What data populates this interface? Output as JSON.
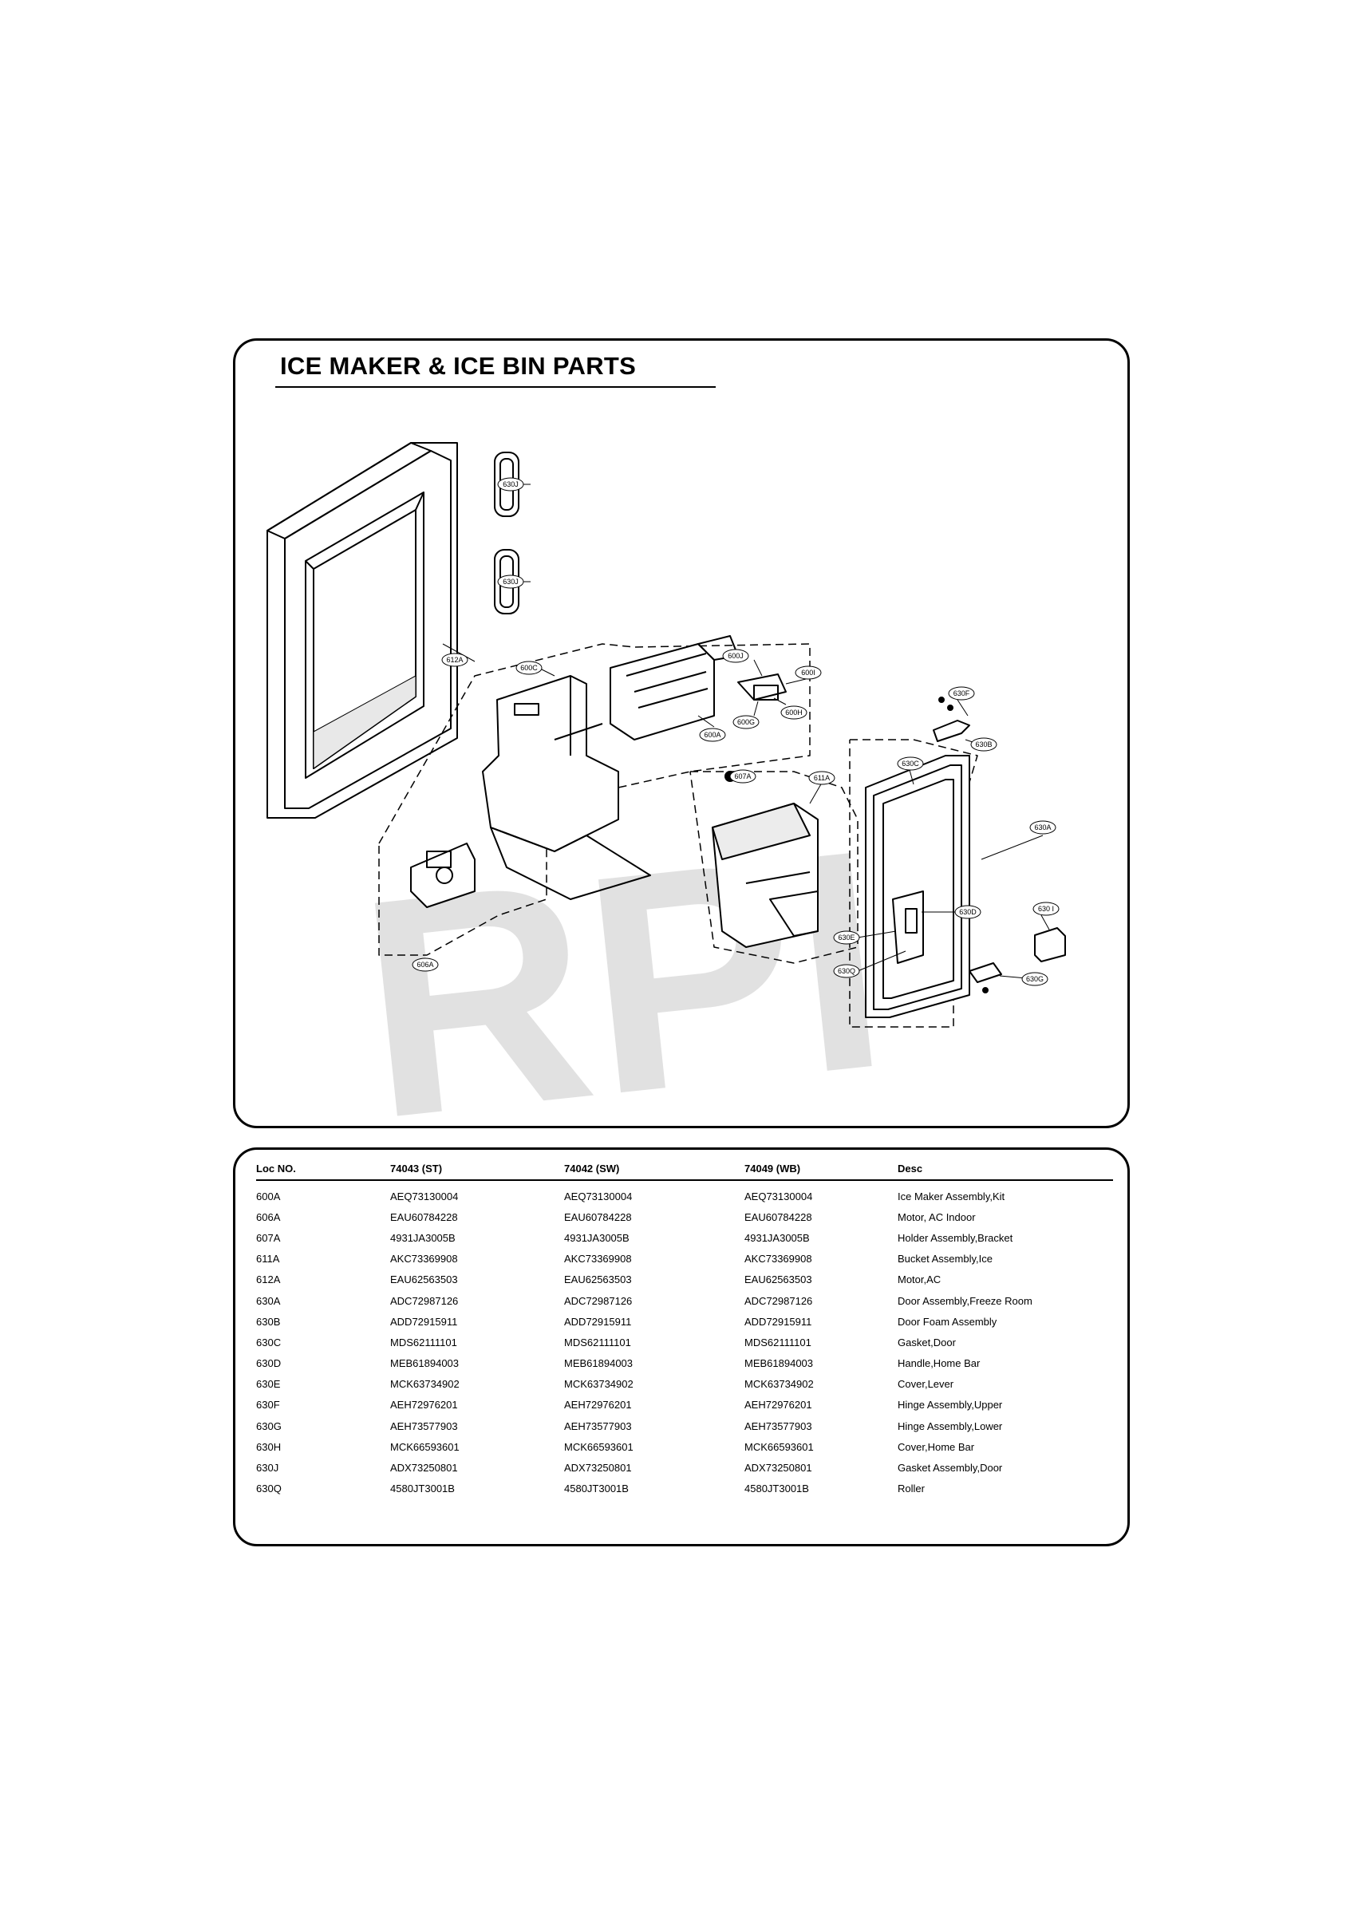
{
  "section": {
    "title": "ICE MAKER & ICE BIN PARTS",
    "watermark": "RPI"
  },
  "callouts": [
    "630J",
    "630J",
    "612A",
    "600C",
    "600J",
    "600I",
    "600H",
    "600G",
    "600A",
    "607A",
    "611A",
    "606A",
    "630F",
    "630B",
    "630C",
    "630A",
    "630 I",
    "630D",
    "630E",
    "630Q",
    "630G"
  ],
  "table": {
    "headers": [
      "Loc NO.",
      "74043 (ST)",
      "74042 (SW)",
      "74049 (WB)",
      "Desc"
    ],
    "rows": [
      [
        "600A",
        "AEQ73130004",
        "AEQ73130004",
        "AEQ73130004",
        "Ice Maker Assembly,Kit"
      ],
      [
        "606A",
        "EAU60784228",
        "EAU60784228",
        "EAU60784228",
        "Motor, AC Indoor"
      ],
      [
        "607A",
        "4931JA3005B",
        "4931JA3005B",
        "4931JA3005B",
        "Holder Assembly,Bracket"
      ],
      [
        "611A",
        "AKC73369908",
        "AKC73369908",
        "AKC73369908",
        "Bucket Assembly,Ice"
      ],
      [
        "612A",
        "EAU62563503",
        "EAU62563503",
        "EAU62563503",
        "Motor,AC"
      ],
      [
        "630A",
        "ADC72987126",
        "ADC72987126",
        "ADC72987126",
        "Door Assembly,Freeze Room"
      ],
      [
        "630B",
        "ADD72915911",
        "ADD72915911",
        "ADD72915911",
        "Door Foam Assembly"
      ],
      [
        "630C",
        "MDS62111101",
        "MDS62111101",
        "MDS62111101",
        "Gasket,Door"
      ],
      [
        "630D",
        "MEB61894003",
        "MEB61894003",
        "MEB61894003",
        "Handle,Home Bar"
      ],
      [
        "630E",
        "MCK63734902",
        "MCK63734902",
        "MCK63734902",
        "Cover,Lever"
      ],
      [
        "630F",
        "AEH72976201",
        "AEH72976201",
        "AEH72976201",
        "Hinge Assembly,Upper"
      ],
      [
        "630G",
        "AEH73577903",
        "AEH73577903",
        "AEH73577903",
        "Hinge Assembly,Lower"
      ],
      [
        "630H",
        "MCK66593601",
        "MCK66593601",
        "MCK66593601",
        "Cover,Home Bar"
      ],
      [
        "630J",
        "ADX73250801",
        "ADX73250801",
        "ADX73250801",
        "Gasket Assembly,Door"
      ],
      [
        "630Q",
        "4580JT3001B",
        "4580JT3001B",
        "4580JT3001B",
        "Roller"
      ]
    ]
  }
}
